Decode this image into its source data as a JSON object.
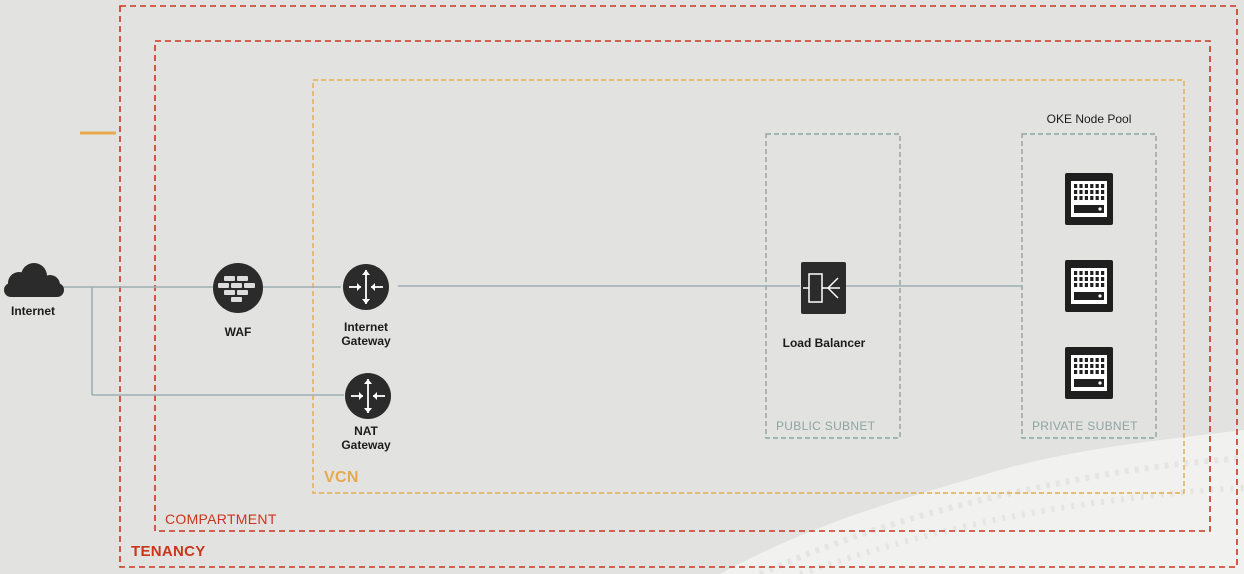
{
  "diagram": {
    "internet_label": "Internet",
    "waf_label": "WAF",
    "internet_gateway_label": "Internet\nGateway",
    "nat_gateway_label": "NAT\nGateway",
    "load_balancer_label": "Load Balancer",
    "oke_node_pool_label": "OKE Node Pool",
    "public_subnet_label": "PUBLIC SUBNET",
    "private_subnet_label": "PRIVATE SUBNET",
    "vcn_label": "VCN",
    "compartment_label": "COMPARTMENT",
    "tenancy_label": "TENANCY"
  },
  "colors": {
    "background": "#e2e3e1",
    "tenancy": "#c9361c",
    "compartment": "#c9361c",
    "vcn": "#e8a94e",
    "subnet": "#8fa4a2",
    "connector": "#9db0b6",
    "icon": "#2b2b2b"
  }
}
